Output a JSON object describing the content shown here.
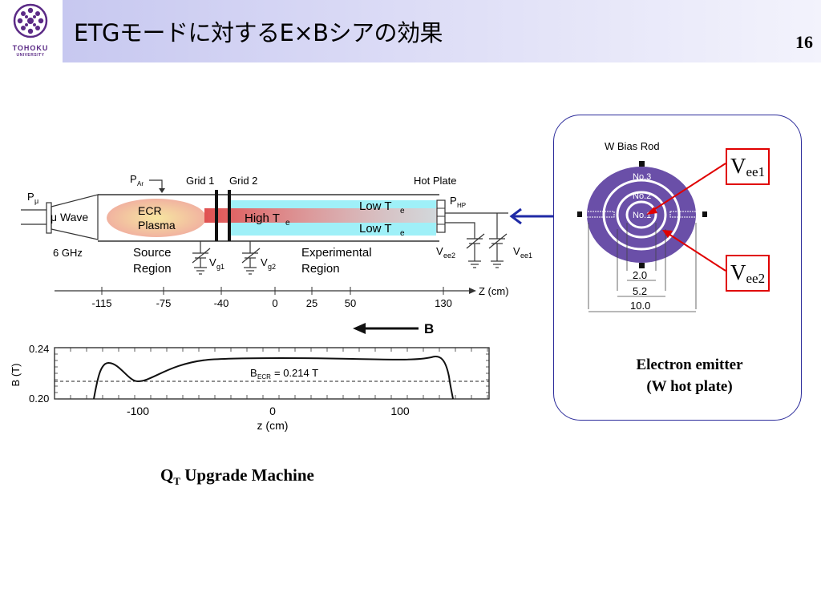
{
  "header": {
    "title": "ETGモードに対するE×Bシアの効果",
    "page_number": "16",
    "logo_text": "TOHOKU",
    "logo_subtext": "UNIVERSITY"
  },
  "machine": {
    "p_mu": "P",
    "p_mu_sub": "μ",
    "mu_wave": "μ Wave",
    "ghz": "6 GHz",
    "p_ar": "P",
    "p_ar_sub": "Ar",
    "grid1": "Grid 1",
    "grid2": "Grid 2",
    "hot_plate": "Hot Plate",
    "p_hp": "P",
    "p_hp_sub": "HP",
    "ecr_line1": "ECR",
    "ecr_line2": "Plasma",
    "high_te": "High T",
    "low_te_1": "Low T",
    "low_te_2": "Low T",
    "te_sub": "e",
    "source_line1": "Source",
    "source_line2": "Region",
    "exp_line1": "Experimental",
    "exp_line2": "Region",
    "vg1": "V",
    "vg1_sub": "g1",
    "vg2": "V",
    "vg2_sub": "g2",
    "vee2": "V",
    "vee2_sub": "ee2",
    "vee1": "V",
    "vee1_sub": "ee1",
    "z_axis_label": "Z (cm)",
    "z_ticks": [
      "-115",
      "-75",
      "-40",
      "0",
      "25",
      "50",
      "130"
    ],
    "b_arrow_label": "B"
  },
  "field_plot": {
    "ylabel": "B (T)",
    "xlabel": "z (cm)",
    "yticks": [
      "0.24",
      "0.20"
    ],
    "xticks": [
      "-100",
      "0",
      "100"
    ],
    "becr_label": "B",
    "becr_sub": "ECR",
    "becr_value": " = 0.214 T"
  },
  "emitter": {
    "title": "W  Bias Rod",
    "rings": [
      "No.3",
      "No.2",
      "No.1"
    ],
    "dims": [
      "2.0",
      "5.2",
      "10.0"
    ],
    "caption_line1": "Electron emitter",
    "caption_line2": "(W hot plate)"
  },
  "labels": {
    "vee1": "V",
    "vee1_sub": "ee1",
    "vee2": "V",
    "vee2_sub": "ee2"
  },
  "caption": {
    "q": "Q",
    "q_sub": "T",
    "rest": " Upgrade Machine"
  },
  "colors": {
    "header_gradient_start": "#c7c8f0",
    "emitter_purple": "#6a4fa8",
    "arrow_blue": "#1f2aa6",
    "label_red": "#e00000",
    "plasma_cyan": "#9ff0f8"
  }
}
